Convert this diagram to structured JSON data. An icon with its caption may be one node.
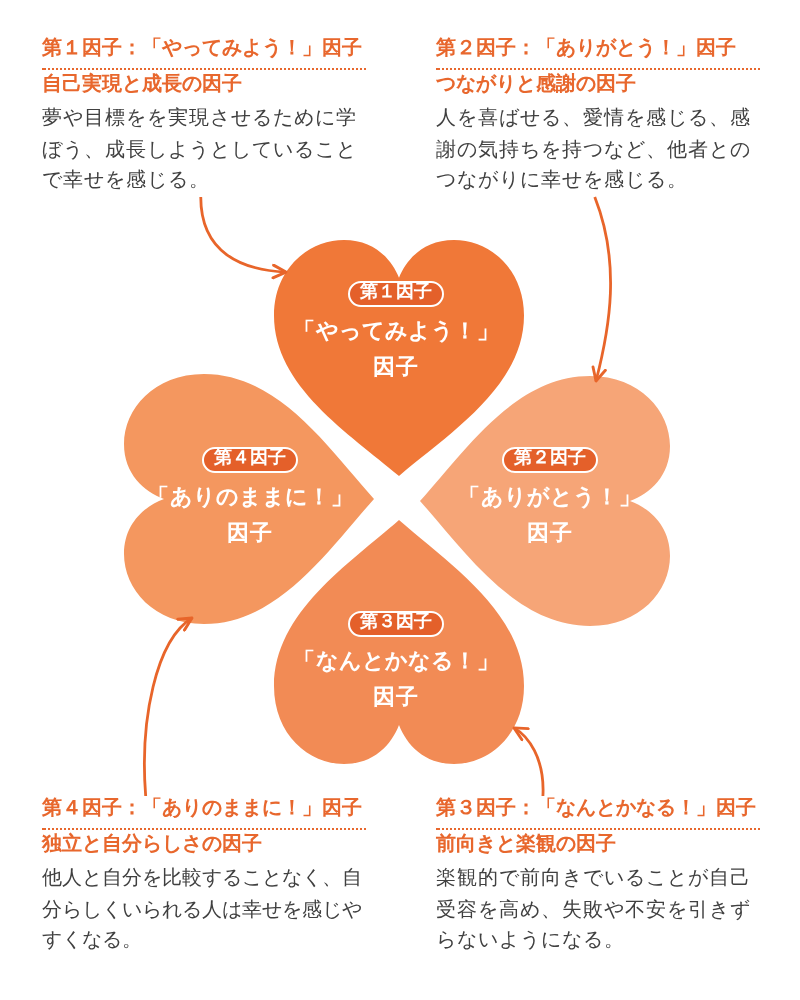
{
  "diagram": {
    "nodes": [
      {
        "text": [
          "第１因子：「やってみよう！」因子",
          "自己実現と成長の因子",
          "夢や目標をを実現させるために学ぼう、成長しようとしていることで幸せを感じる。"
        ]
      },
      {
        "text": [
          "第２因子：「ありがとう！」因子",
          "つながりと感謝の因子",
          "人を喜ばせる、愛情を感じる、感謝の気持ちを持つなど、他者とのつながりに幸せを感じる。"
        ]
      },
      {
        "text": [
          "「やってみよう！」因子"
        ]
      },
      {
        "text": [
          "第１因子"
        ],
        "in": 2
      },
      {
        "text": [
          "「ありのままに！」因子"
        ]
      },
      {
        "text": [
          "第４因子"
        ],
        "in": 4
      },
      {
        "text": [
          "「ありがとう！」因子"
        ]
      },
      {
        "text": [
          "第２因子"
        ],
        "in": 6
      },
      {
        "text": [
          "「なんとかなる！」因子"
        ]
      },
      {
        "text": [
          "第３因子"
        ],
        "in": 8
      },
      {
        "text": [
          "第４因子：「ありのままに！」因子",
          "独立と自分らしさの因子",
          "他人と自分を比較することなく、自分らしくいられる人は幸せを感じやすくなる。"
        ]
      },
      {
        "text": [
          "第３因子：「なんとかなる！」因子",
          "前向きと楽観の因子",
          "楽観的で前向きでいることが自己受容を高め、失敗や不安を引きずらないようになる。"
        ]
      }
    ],
    "edges": [
      {
        "from": 0,
        "to": 2,
        "arrow": "to"
      },
      {
        "from": 1,
        "to": 6,
        "arrow": "to"
      },
      {
        "from": 11,
        "to": 8,
        "arrow": "to"
      },
      {
        "from": 10,
        "to": 4,
        "arrow": "to"
      }
    ]
  }
}
